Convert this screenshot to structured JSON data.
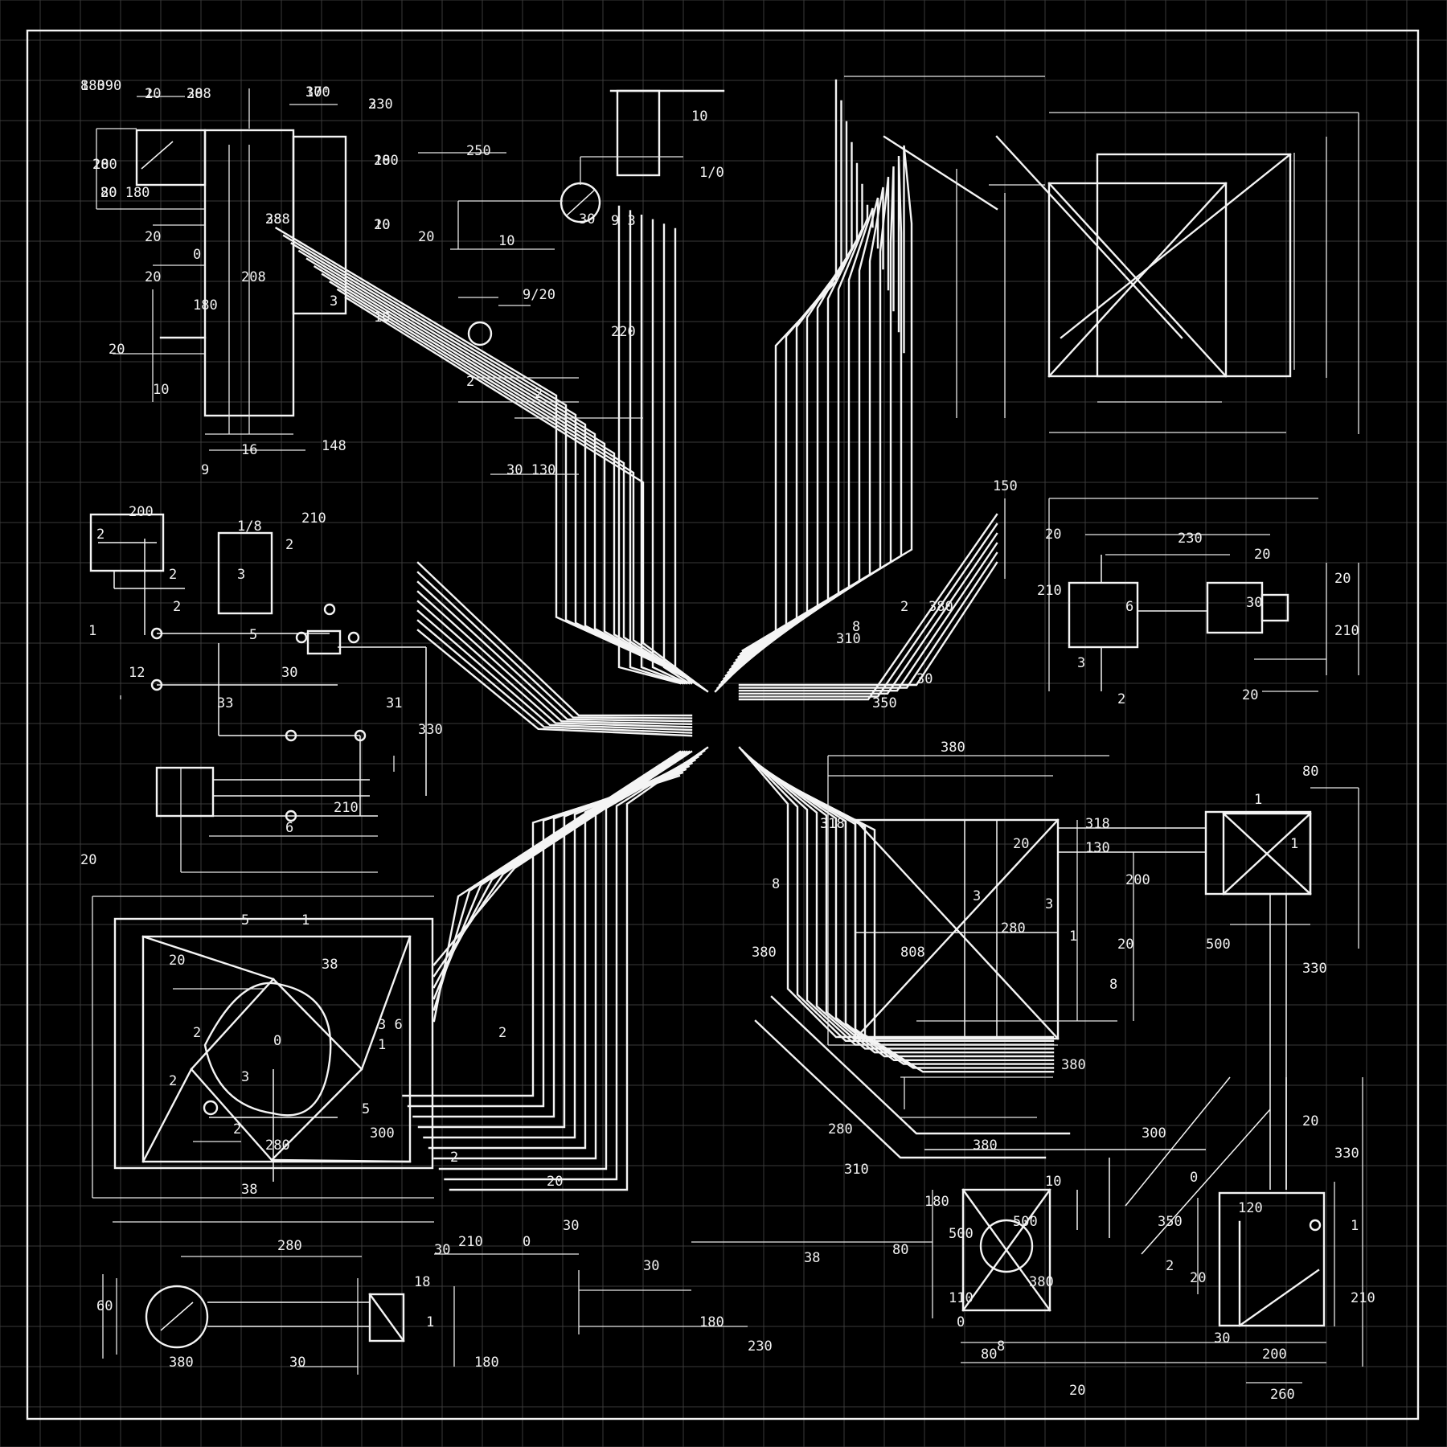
{
  "colors": {
    "background": "#000000",
    "grid": "#3a3a3a",
    "ink": "#f4f4f4"
  },
  "labels": [
    "8 390",
    "10",
    "20",
    "10'",
    "2",
    "20",
    "10",
    "20 180",
    "288",
    "10",
    "20",
    "0",
    "20",
    "208",
    "180",
    "10",
    "20",
    "10",
    "16",
    "148",
    "250",
    "10",
    "1/0",
    "30",
    "20",
    "10",
    "9 3",
    "9/20",
    "220",
    "2",
    "2",
    "3",
    "9",
    "30 130",
    "2",
    "200",
    "1/8",
    "210",
    "2",
    "2",
    "3",
    "2",
    "5",
    "1",
    "12",
    "30",
    "33",
    "31",
    "8",
    "2",
    "350",
    "330",
    "210",
    "6",
    "150",
    "20",
    "230",
    "20",
    "20",
    "210",
    "6",
    "30",
    "2",
    "210",
    "20",
    "80",
    "380",
    "130",
    "20",
    "3",
    "280",
    "3",
    "200",
    "1",
    "20",
    "500",
    "808",
    "310",
    "280",
    "380",
    "10",
    "500",
    "500",
    "8",
    "350",
    "2",
    "20",
    "110",
    "120",
    "30",
    "260",
    "1",
    "20",
    "5",
    "1",
    "20",
    "38",
    "0",
    "1",
    "2",
    "2",
    "3",
    "5",
    "3 6",
    "2",
    "2",
    "20",
    "210",
    "300",
    "38",
    "2",
    "280",
    "280",
    "60",
    "380",
    "30",
    "1",
    "18",
    "180",
    "30",
    "0",
    "30",
    "30",
    "38",
    "230",
    "180",
    "380",
    "8",
    "80",
    "20",
    "330",
    "200",
    "210",
    "380",
    "80",
    "0",
    "180",
    "8",
    "380",
    "300",
    "0",
    "330",
    "20",
    "1",
    "1",
    "318",
    "318",
    "310",
    "30",
    "380",
    "3",
    "180",
    "2",
    "388",
    "370",
    "330",
    "180",
    "280",
    "80",
    "38",
    "20"
  ]
}
